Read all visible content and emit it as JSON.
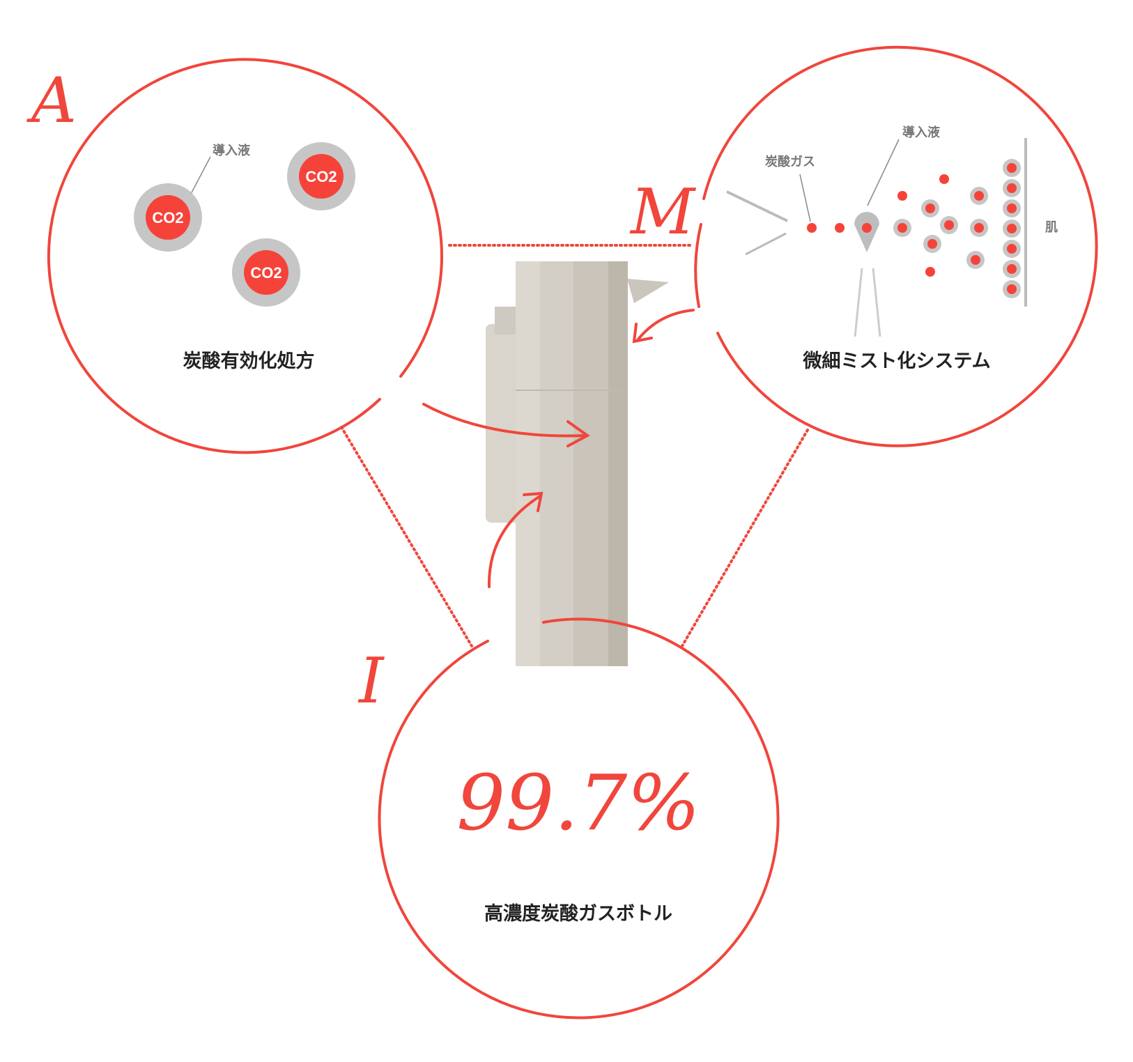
{
  "colors": {
    "accent": "#f0463c",
    "gray": "#c4c4c4",
    "product": "#d6d1c8"
  },
  "panels": {
    "a": {
      "letter": "A",
      "title": "炭酸有効化処方",
      "liquid_label": "導入液",
      "co2": [
        "CO2",
        "CO2",
        "CO2"
      ]
    },
    "m": {
      "letter": "M",
      "title": "微細ミスト化システム",
      "gas_label": "炭酸ガス",
      "liquid_label": "導入液",
      "skin_label": "肌"
    },
    "i": {
      "letter": "I",
      "value": "99.7%",
      "title": "高濃度炭酸ガスボトル"
    }
  }
}
